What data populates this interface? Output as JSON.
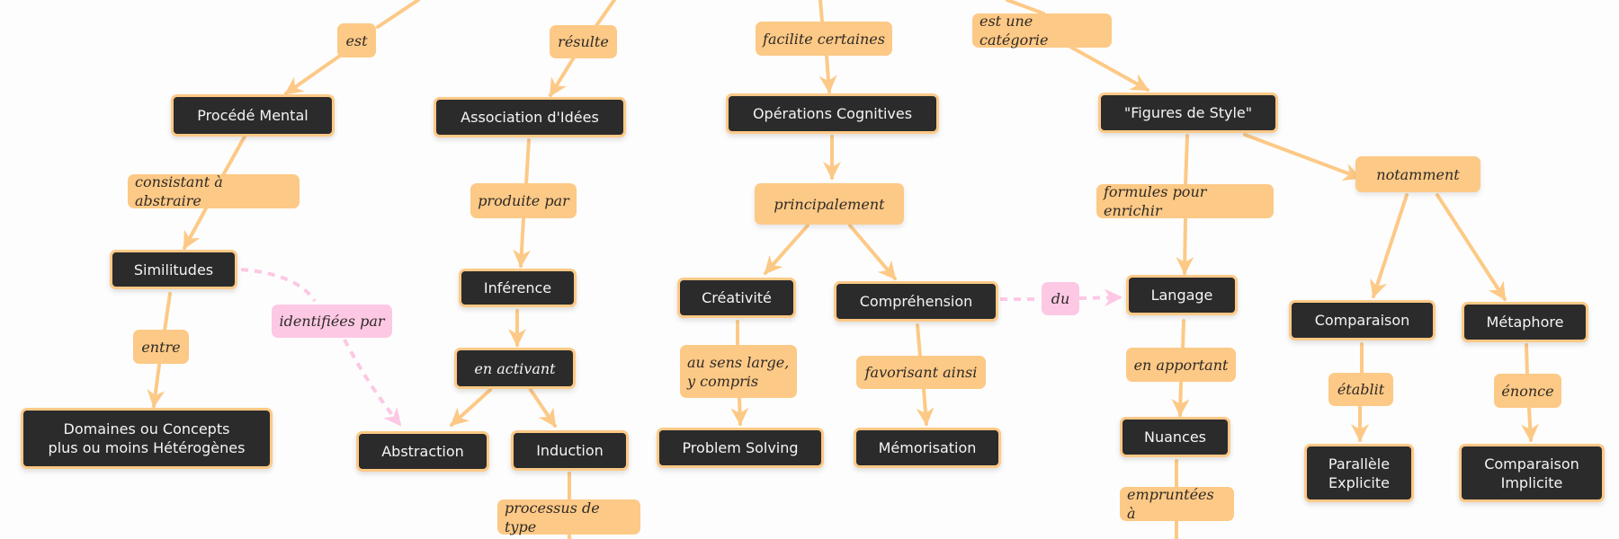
{
  "colors": {
    "background": "#fdfdfd",
    "node_fill": "#2b2b2b",
    "node_border": "#fdc986",
    "node_text": "#f4f4f4",
    "link_fill": "#fdc986",
    "link_text": "#2e2a26",
    "pink_link_fill": "#fdc8e4",
    "pink_edge": "#fdc8e4",
    "edge": "#fdc986"
  },
  "concepts": {
    "procede_mental": "Procédé Mental",
    "similitudes": "Similitudes",
    "domaines": "Domaines ou Concepts\nplus ou moins Hétérogènes",
    "association": "Association d'Idées",
    "inference": "Inférence",
    "abstraction": "Abstraction",
    "induction": "Induction",
    "operations": "Opérations Cognitives",
    "creativite": "Créativité",
    "comprehension": "Compréhension",
    "problem_solving": "Problem Solving",
    "memorisation": "Mémorisation",
    "figures": "\"Figures de Style\"",
    "langage": "Langage",
    "nuances": "Nuances",
    "comparaison": "Comparaison",
    "metaphore": "Métaphore",
    "parallele": "Parallèle\nExplicite",
    "comparaison_implicite": "Comparaison\nImplicite"
  },
  "linking_phrases": {
    "est": "est",
    "resulte": "résulte",
    "facilite": "facilite certaines",
    "est_une_categorie": "est une catégorie",
    "consistant": "consistant à abstraire",
    "produite_par": "produite par",
    "principalement": "principalement",
    "formules": "formules pour enrichir",
    "notamment": "notamment",
    "entre": "entre",
    "identifiees_par": "identifiées par",
    "en_activant": "en activant",
    "du": "du",
    "au_sens_large": "au sens large,\ny compris",
    "favorisant": "favorisant ainsi",
    "en_apportant": "en apportant",
    "etablit": "établit",
    "enonce": "énonce",
    "processus": "processus de type",
    "empruntees": "empruntées à"
  }
}
